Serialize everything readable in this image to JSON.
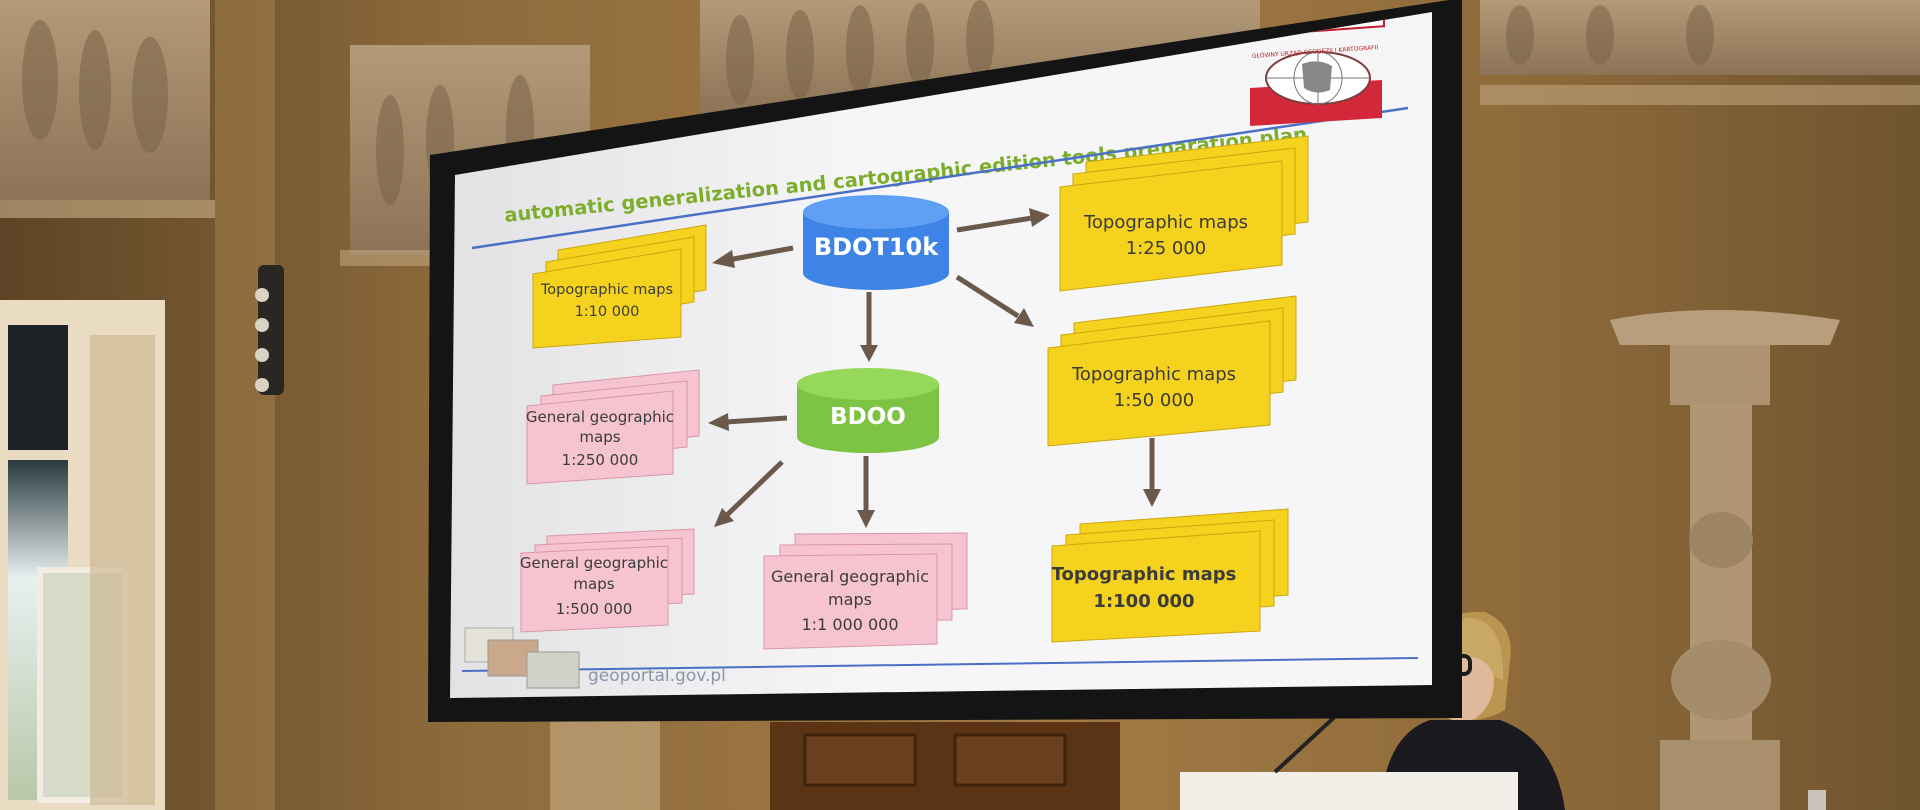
{
  "slide": {
    "title": "automatic generalization and cartographic edition tools preparation plan",
    "footer_url": "geoportal.gov.pl",
    "logo": {
      "text": "GŁÓWNY URZĄD GEODEZJI I KARTOGRAFII"
    },
    "colors": {
      "title_green": "#7cae2c",
      "bdot_blue": "#3d84e6",
      "bdoo_green": "#7ec444",
      "topo_yellow": "#f4d21d",
      "general_pink": "#f6c4d0",
      "arrow": "#6b5a4c"
    },
    "databases": [
      {
        "label": "BDOT10k"
      },
      {
        "label": "BDOO"
      }
    ],
    "map_stacks": [
      {
        "line1": "Topographic maps",
        "line2": "",
        "scale": "1:10 000"
      },
      {
        "line1": "Topographic maps",
        "line2": "",
        "scale": "1:25 000"
      },
      {
        "line1": "Topographic maps",
        "line2": "",
        "scale": "1:50 000"
      },
      {
        "line1": "Topographic maps",
        "line2": "",
        "scale": "1:100 000"
      },
      {
        "line1": "General geographic",
        "line2": "maps",
        "scale": "1:250 000"
      },
      {
        "line1": "General geographic",
        "line2": "maps",
        "scale": "1:500 000"
      },
      {
        "line1": "General geographic",
        "line2": "maps",
        "scale": "1:1 000 000"
      }
    ]
  }
}
